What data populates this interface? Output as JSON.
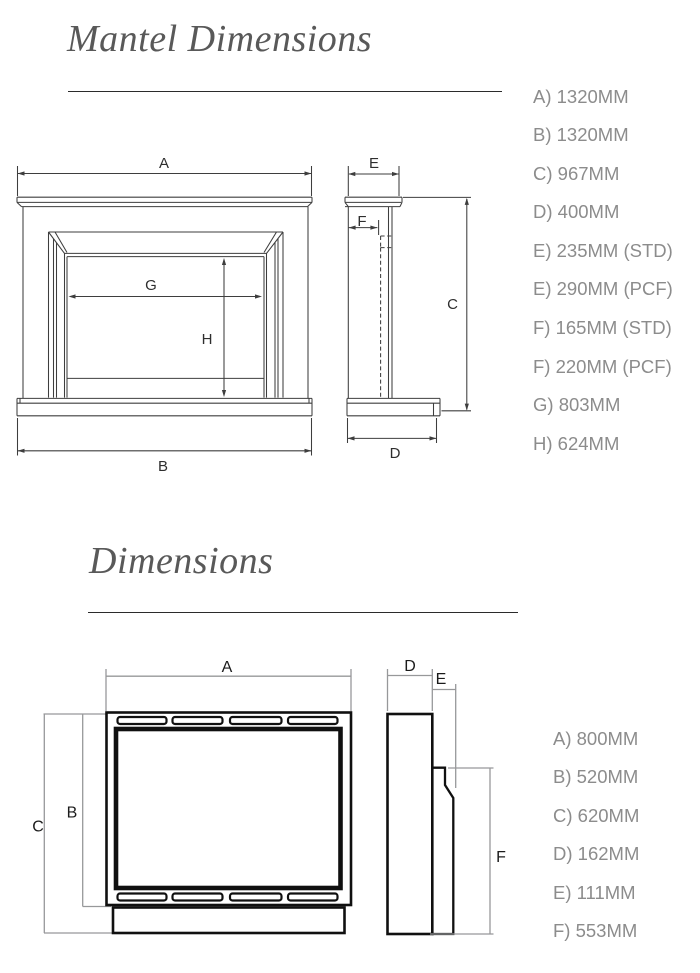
{
  "section1": {
    "title": "Mantel Dimensions",
    "labels": {
      "a": "A",
      "b": "B",
      "c": "C",
      "d": "D",
      "e": "E",
      "f": "F",
      "g": "G",
      "h": "H"
    },
    "legend": [
      "A) 1320MM",
      "B) 1320MM",
      "C) 967MM",
      "D) 400MM",
      "E) 235MM (STD)",
      "E) 290MM (PCF)",
      "F) 165MM (STD)",
      "F) 220MM (PCF)",
      "G) 803MM",
      "H) 624MM"
    ]
  },
  "section2": {
    "title": "Dimensions",
    "labels": {
      "a": "A",
      "b": "B",
      "c": "C",
      "d": "D",
      "e": "E",
      "f": "F"
    },
    "legend": [
      "A) 800MM",
      "B) 520MM",
      "C) 620MM",
      "D) 162MM",
      "E) 111MM",
      "F) 553MM"
    ]
  },
  "colors": {
    "title_gray": "#595959",
    "legend_gray": "#8c8c8c",
    "thin_line": "#3e3e3e",
    "thick_line": "#101010",
    "dim_gray": "#97989a",
    "background": "#ffffff"
  }
}
